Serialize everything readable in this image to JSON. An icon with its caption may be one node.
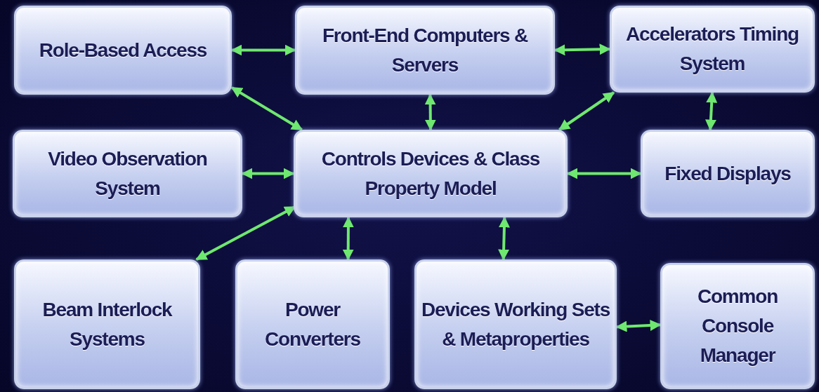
{
  "diagram": {
    "nodes": [
      {
        "text": [
          "Role-Based Access"
        ]
      },
      {
        "text": [
          "Front-End Computers & Servers"
        ]
      },
      {
        "text": [
          "Accelerators Timing System"
        ]
      },
      {
        "text": [
          "Video Observation System"
        ]
      },
      {
        "text": [
          "Controls Devices & Class Property Model"
        ]
      },
      {
        "text": [
          "Fixed Displays"
        ]
      },
      {
        "text": [
          "Beam Interlock Systems"
        ]
      },
      {
        "text": [
          "Power Converters"
        ]
      },
      {
        "text": [
          "Devices Working Sets & Metaproperties"
        ]
      },
      {
        "text": [
          "Common Console Manager"
        ]
      }
    ],
    "edges": [
      {
        "from": 0,
        "to": 1,
        "arrow": "both"
      },
      {
        "from": 1,
        "to": 2,
        "arrow": "both"
      },
      {
        "from": 0,
        "to": 4,
        "arrow": "both"
      },
      {
        "from": 1,
        "to": 4,
        "arrow": "both"
      },
      {
        "from": 2,
        "to": 4,
        "arrow": "both"
      },
      {
        "from": 2,
        "to": 5,
        "arrow": "both"
      },
      {
        "from": 3,
        "to": 4,
        "arrow": "both"
      },
      {
        "from": 4,
        "to": 5,
        "arrow": "both"
      },
      {
        "from": 4,
        "to": 6,
        "arrow": "both"
      },
      {
        "from": 4,
        "to": 7,
        "arrow": "both"
      },
      {
        "from": 4,
        "to": 8,
        "arrow": "both"
      },
      {
        "from": 8,
        "to": 9,
        "arrow": "both"
      }
    ]
  }
}
